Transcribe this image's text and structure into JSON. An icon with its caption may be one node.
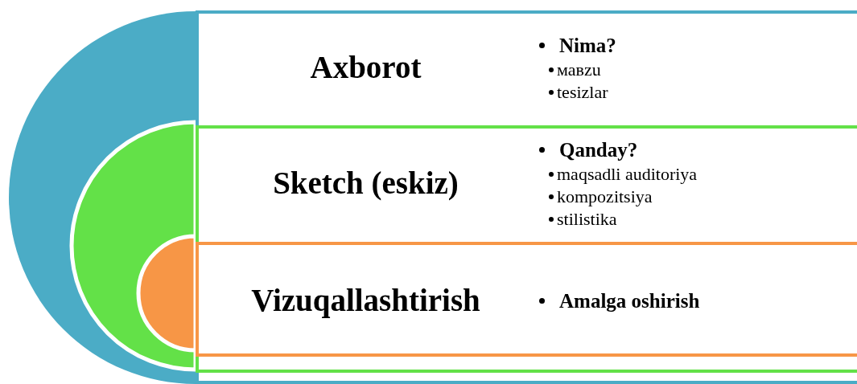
{
  "diagram": {
    "nodes": [
      {
        "text": [
          "Axborot",
          "Nima?",
          "мавzu",
          "tesizlar"
        ]
      },
      {
        "text": [
          "Sketch (eskiz)",
          "Qanday?",
          "maqsadli auditoriya",
          "kompozitsiya",
          "stilistika"
        ],
        "in": 0
      },
      {
        "text": [
          "Vizuqallashtirish",
          "Amalga oshirish"
        ],
        "in": 1
      }
    ],
    "edges": []
  }
}
